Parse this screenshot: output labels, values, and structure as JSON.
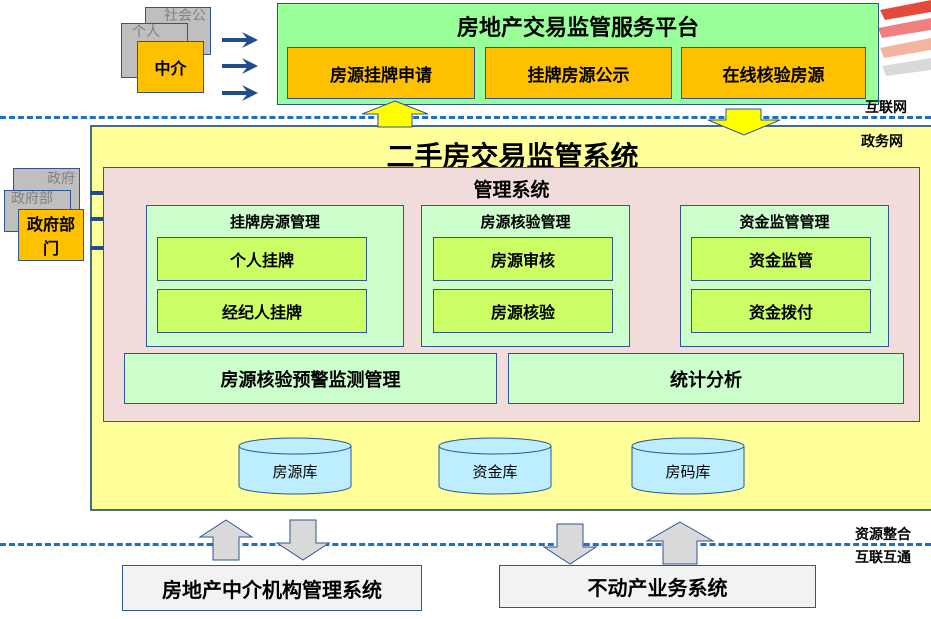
{
  "external_actors": {
    "cards": [
      "社会公",
      "个人",
      "中介"
    ]
  },
  "gov_actors": {
    "cards": [
      "政府",
      "政府部",
      "政府部门"
    ]
  },
  "platform": {
    "title": "房地产交易监管服务平台",
    "modules": [
      "房源挂牌申请",
      "挂牌房源公示",
      "在线核验房源"
    ]
  },
  "network_labels": {
    "internet": "互联网",
    "gov_net": "政务网",
    "integration_1": "资源整合",
    "integration_2": "互联互通"
  },
  "system": {
    "title": "二手房交易监管系统",
    "management": {
      "title": "管理系统",
      "panels": [
        {
          "title": "挂牌房源管理",
          "items": [
            "个人挂牌",
            "经纪人挂牌"
          ]
        },
        {
          "title": "房源核验管理",
          "items": [
            "房源审核",
            "房源核验"
          ]
        },
        {
          "title": "资金监管管理",
          "items": [
            "资金监管",
            "资金拨付"
          ]
        }
      ],
      "bottom": [
        "房源核验预警监测管理",
        "统计分析"
      ]
    },
    "databases": [
      "房源库",
      "资金库",
      "房码库"
    ]
  },
  "external_systems": [
    "房地产中介机构管理系统",
    "不动产业务系统"
  ],
  "colors": {
    "platform_bg": "#99ff99",
    "orange": "#ffc000",
    "system_bg": "#ffff99",
    "mgmt_bg": "#f2dcdb",
    "panel_bg": "#ccffcc",
    "item_bg": "#ccff66",
    "db_bg": "#bdeeff",
    "dash": "#1f6fc5",
    "arrow_blue": "#1f4e8c"
  }
}
